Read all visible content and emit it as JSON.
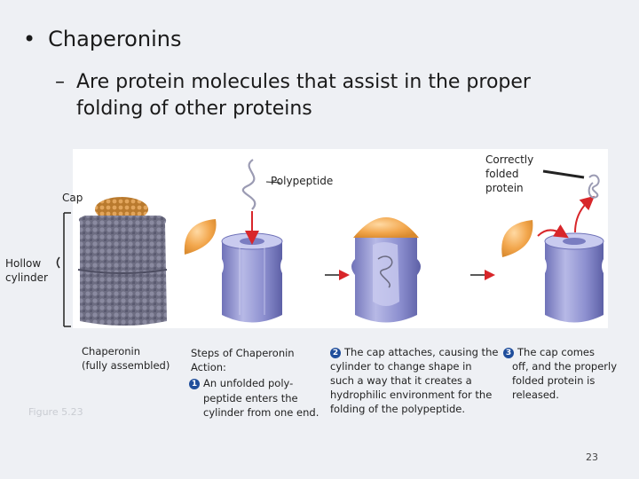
{
  "bullet_main": "Chaperonins",
  "bullet_sub": "Are protein molecules that assist in the proper folding of other proteins",
  "figure": {
    "cap_label": "Cap",
    "hollow_label_line1": "Hollow",
    "hollow_label_line2": "cylinder",
    "polypeptide_label": "Polypeptide",
    "correct_line1": "Correctly",
    "correct_line2": "folded",
    "correct_line3": "protein",
    "assembled_line1": "Chaperonin",
    "assembled_line2": "(fully assembled)",
    "steps_line1": "Steps of Chaperonin",
    "steps_line2": "Action:",
    "step1_num": "1",
    "step1_line1": "An unfolded poly-",
    "step1_line2": "peptide enters the",
    "step1_line3": "cylinder from one end.",
    "step2_num": "2",
    "step2_line1": "The cap attaches, causing the",
    "step2_line2": "cylinder to change shape in",
    "step2_line3": "such a way that it creates a",
    "step2_line4": "hydrophilic environment for the",
    "step2_line5": "folding of the polypeptide.",
    "step3_num": "3",
    "step3_line1": "The cap comes",
    "step3_line2": "off, and the properly",
    "step3_line3": "folded protein is",
    "step3_line4": "released.",
    "figure_ref": "Figure 5.23"
  },
  "page_number": "23",
  "colors": {
    "background": "#eef0f4",
    "cylinder": "#8c8fcf",
    "cap": "#f0a247",
    "arrow": "#d8262a",
    "step_badge": "#1f4e9c"
  }
}
